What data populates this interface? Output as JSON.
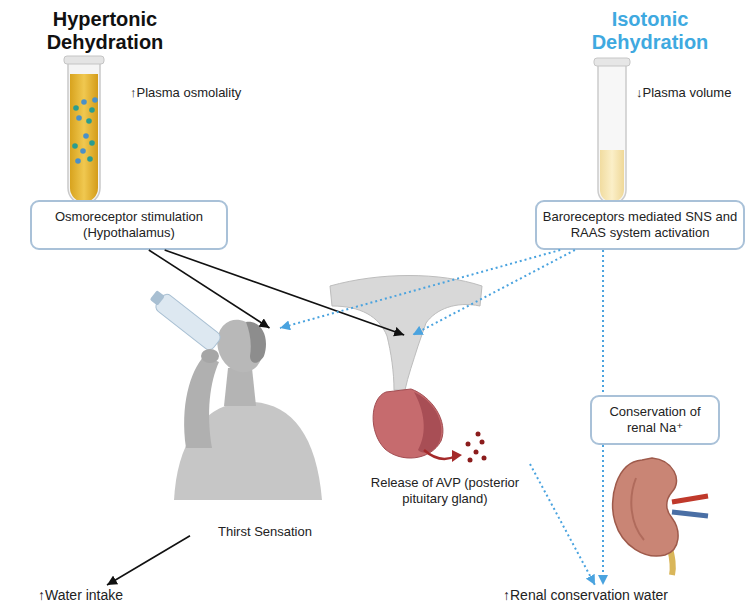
{
  "diagram": {
    "nodes": [
      {
        "text": [
          "Osmoreceptor stimulation (Hypothalamus)"
        ]
      },
      {
        "text": [
          "Baroreceptors mediated SNS and RAAS system activation"
        ]
      },
      {
        "text": [
          "Thirst Sensation"
        ]
      },
      {
        "text": [
          "Release of AVP (posterior pituitary gland)"
        ]
      },
      {
        "text": [
          "Conservation of renal Na⁺"
        ]
      },
      {
        "text": [
          "↑Water intake"
        ]
      },
      {
        "text": [
          "↑Renal conservation water"
        ]
      }
    ],
    "edges": [
      {
        "from": 0,
        "to": 2,
        "arrow": "to"
      },
      {
        "from": 0,
        "to": 3,
        "arrow": "to"
      },
      {
        "from": 1,
        "to": 2,
        "arrow": "to"
      },
      {
        "from": 1,
        "to": 3,
        "arrow": "to"
      },
      {
        "from": 1,
        "to": 4,
        "arrow": "none"
      },
      {
        "from": 2,
        "to": 5,
        "arrow": "to"
      },
      {
        "from": 3,
        "to": 6,
        "arrow": "to"
      },
      {
        "from": 4,
        "to": 6,
        "arrow": "to"
      }
    ],
    "labels": [
      "Hypertonic Dehydration",
      "Isotonic Dehydration",
      "↑Plasma osmolality",
      "↓Plasma volume"
    ]
  }
}
